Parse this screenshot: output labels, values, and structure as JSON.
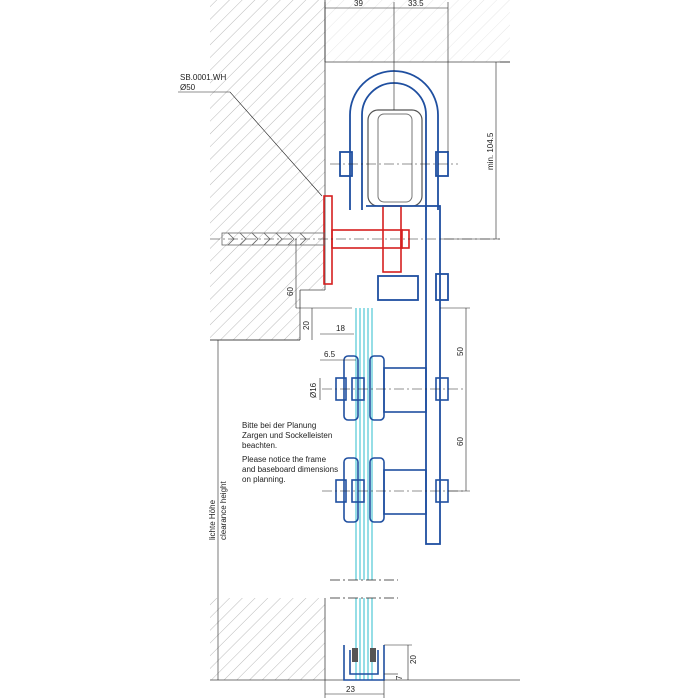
{
  "colors": {
    "hardware_blue": "#1f4fa0",
    "wall_bracket_red": "#d62020",
    "glass_cyan": "#4fc9d6",
    "dimension_line": "#222222",
    "wall_hatch": "#9a9a9a"
  },
  "part": {
    "code": "SB.0001.WH",
    "diameter": "Ø50"
  },
  "dimensions": {
    "top_left": "39",
    "top_right": "33.5",
    "height_min": "min. 104.5",
    "offset_60_wall": "60",
    "offset_20_wall": "20",
    "glass_gap_18": "18",
    "clamp_6_5": "6.5",
    "diameter_16": "Ø16",
    "clamp_spacing_50": "50",
    "clamp_spacing_60": "60",
    "bottom_20": "20",
    "bottom_7": "7",
    "bottom_23": "23"
  },
  "notes": {
    "de_line1": "Bitte bei der Planung",
    "de_line2": "Zargen und Sockelleisten",
    "de_line3": "beachten.",
    "en_line1": "Please notice the frame",
    "en_line2": "and baseboard dimensions",
    "en_line3": "on planning."
  },
  "clearance": {
    "de": "lichte Höhe",
    "en": "clearance height"
  }
}
